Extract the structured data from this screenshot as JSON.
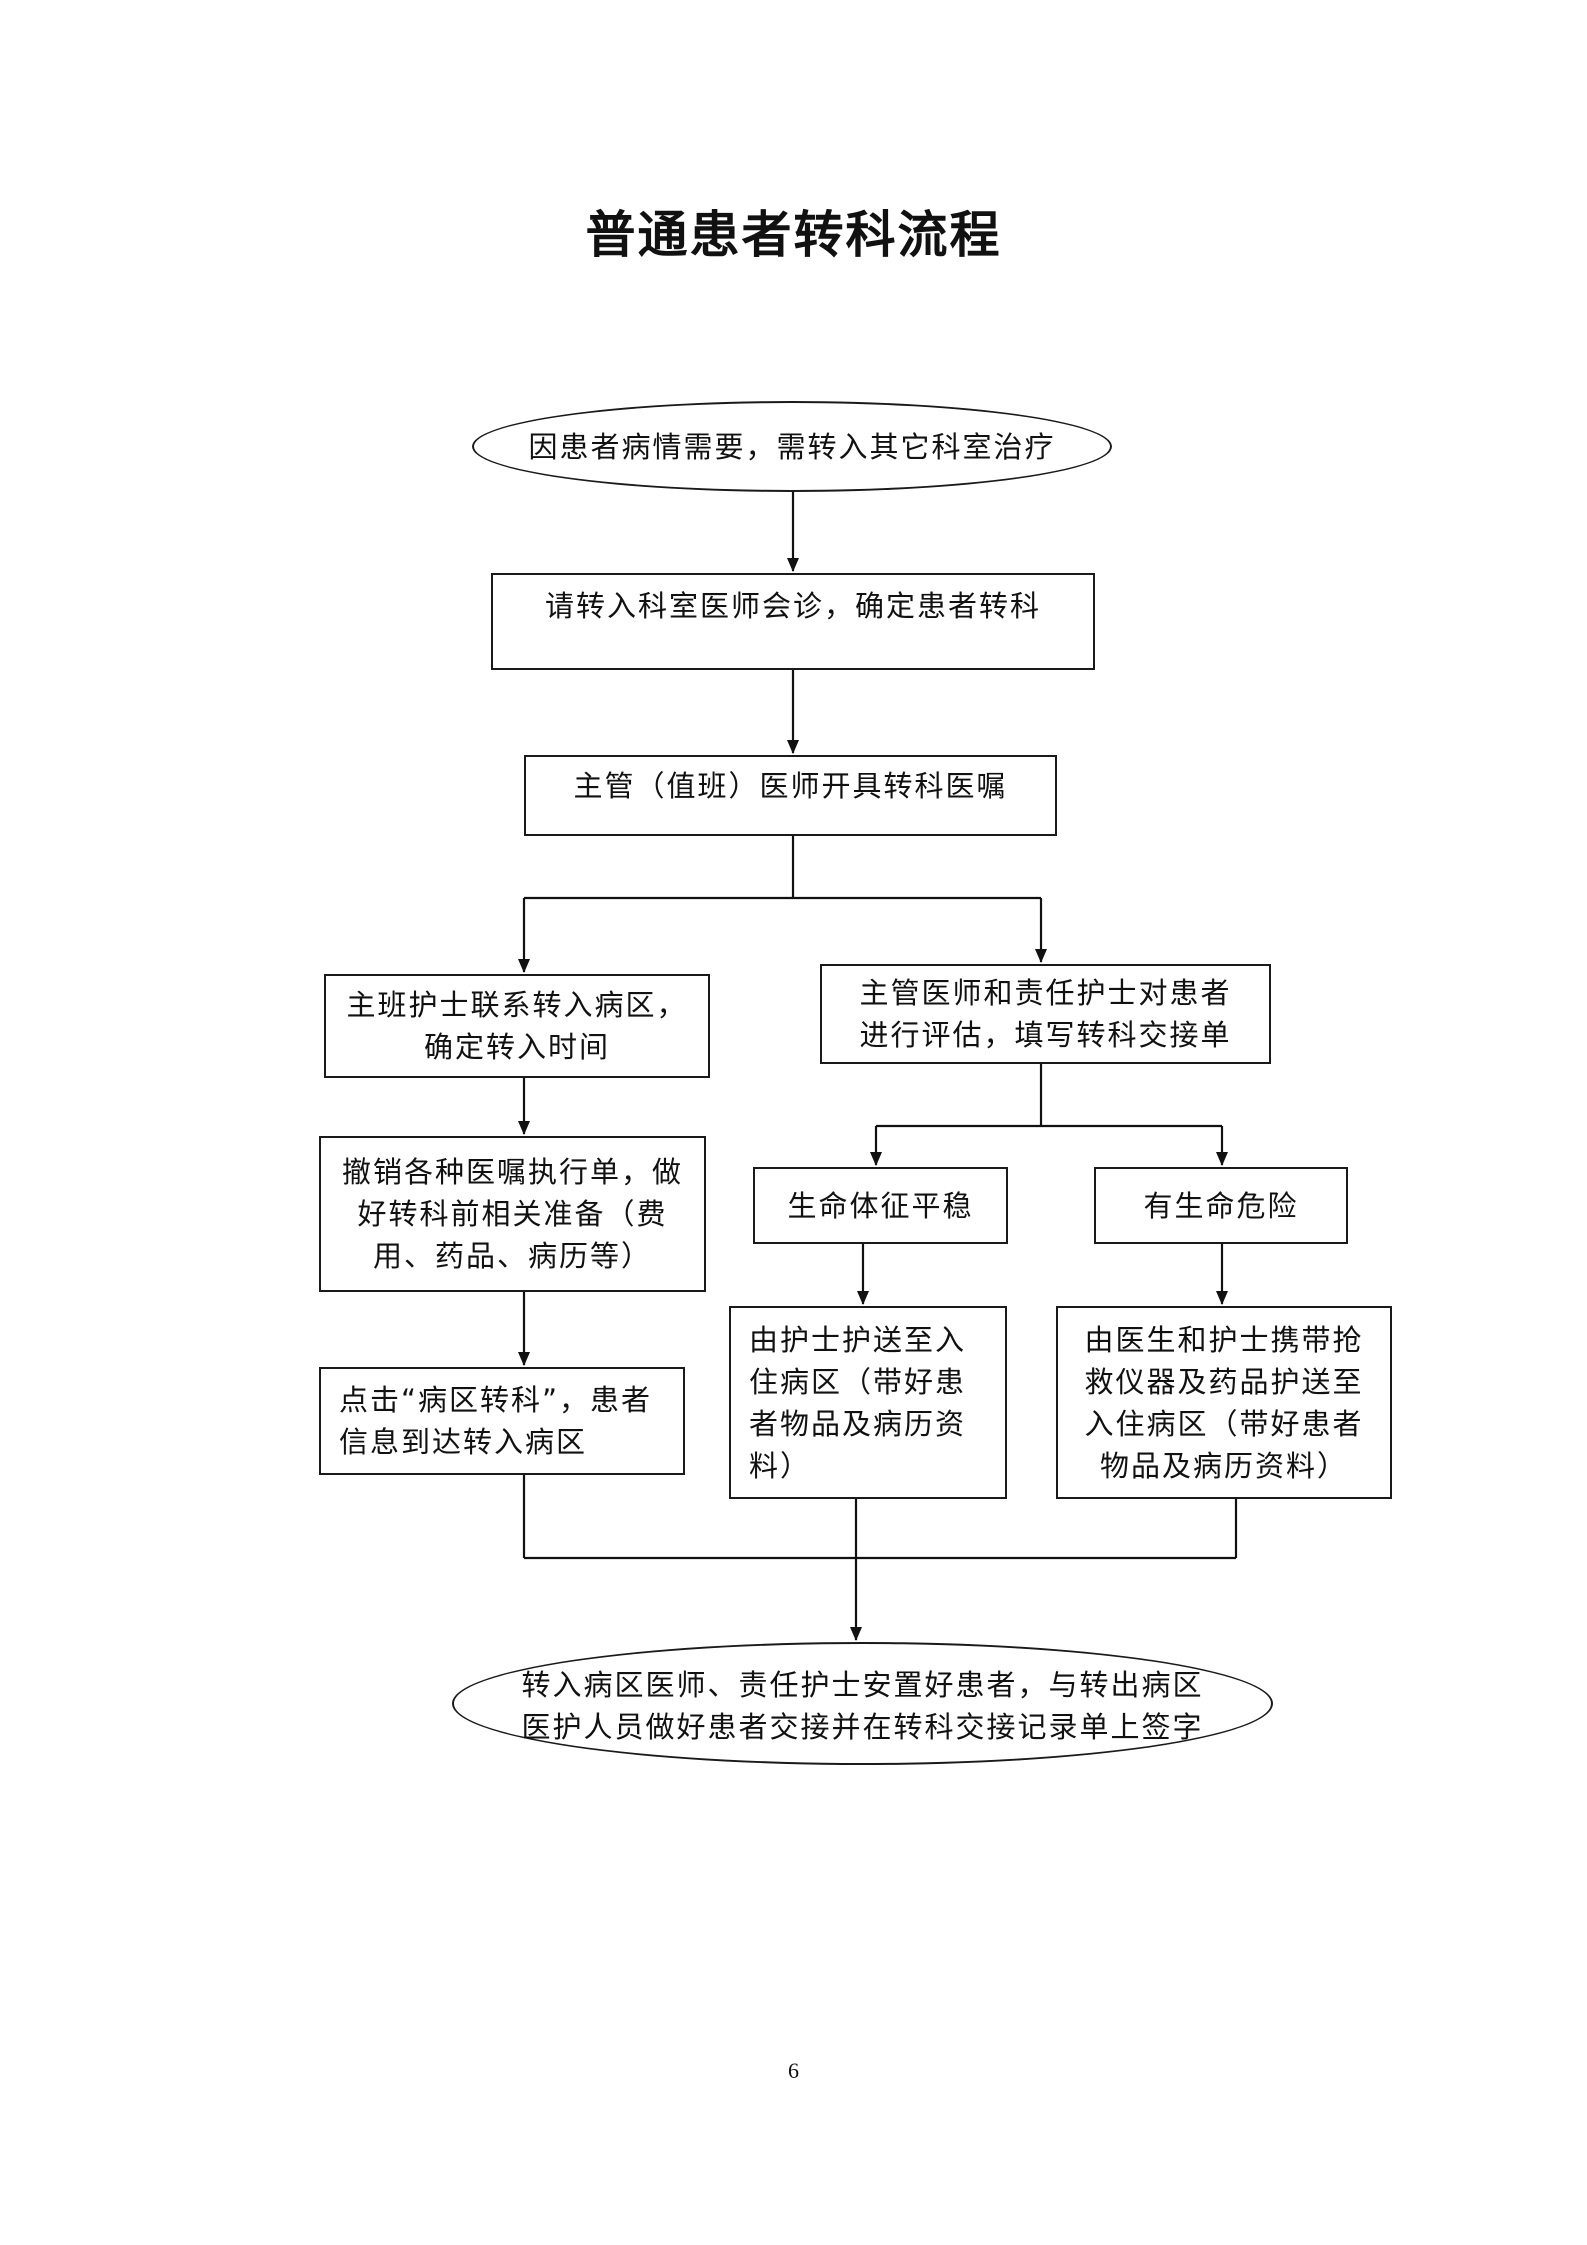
{
  "title": "普通患者转科流程",
  "nodes": {
    "start": "因患者病情需要，需转入其它科室治疗",
    "consult": "请转入科室医师会诊，确定患者转科",
    "order": "主管（值班）医师开具转科医嘱",
    "contact": "主班护士联系转入病区，\n确定转入时间",
    "assess": "主管医师和责任护士对患者\n进行评估，填写转科交接单",
    "cancel": "撤销各种医嘱执行单，做\n好转科前相关准备（费\n用、药品、病历等）",
    "stable": "生命体征平稳",
    "danger": "有生命危险",
    "click": "点击“病区转科”，患者\n信息到达转入病区",
    "escort_nurse": "由护士护送至入\n住病区（带好患\n者物品及病历资\n料）",
    "escort_doctor": "由医生和护士携带抢\n救仪器及药品护送至\n入住病区（带好患者\n物品及病历资料）",
    "end": "转入病区医师、责任护士安置好患者，与转出病区\n医护人员做好患者交接并在转科交接记录单上签字"
  },
  "page_number": "6"
}
